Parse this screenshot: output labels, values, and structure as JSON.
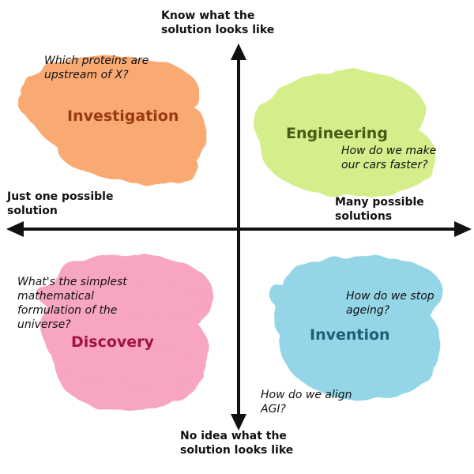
{
  "axes": {
    "top_label": "Know what the\nsolution looks like",
    "bottom_label": "No idea what the\nsolution looks like",
    "left_label": "Just one possible\nsolution",
    "right_label": "Many possible\nsolutions",
    "axis_color": "#111111"
  },
  "quadrants": {
    "investigation": {
      "label": "Investigation",
      "question": "Which proteins are\nupstream of X?",
      "fill_color": "#f9a66c",
      "label_color": "#9a3a12"
    },
    "engineering": {
      "label": "Engineering",
      "question": "How do we make\nour cars faster?",
      "fill_color": "#d2ee86",
      "label_color": "#4b5a14"
    },
    "discovery": {
      "label": "Discovery",
      "question": "What's the simplest\nmathematical\nformulation of the\nuniverse?",
      "fill_color": "#f7a1bf",
      "label_color": "#a0153f"
    },
    "invention": {
      "label": "Invention",
      "question_1": "How do we stop\nageing?",
      "question_2": "How do we align\nAGI?",
      "fill_color": "#8fd3e6",
      "label_color": "#1f5e73"
    }
  }
}
